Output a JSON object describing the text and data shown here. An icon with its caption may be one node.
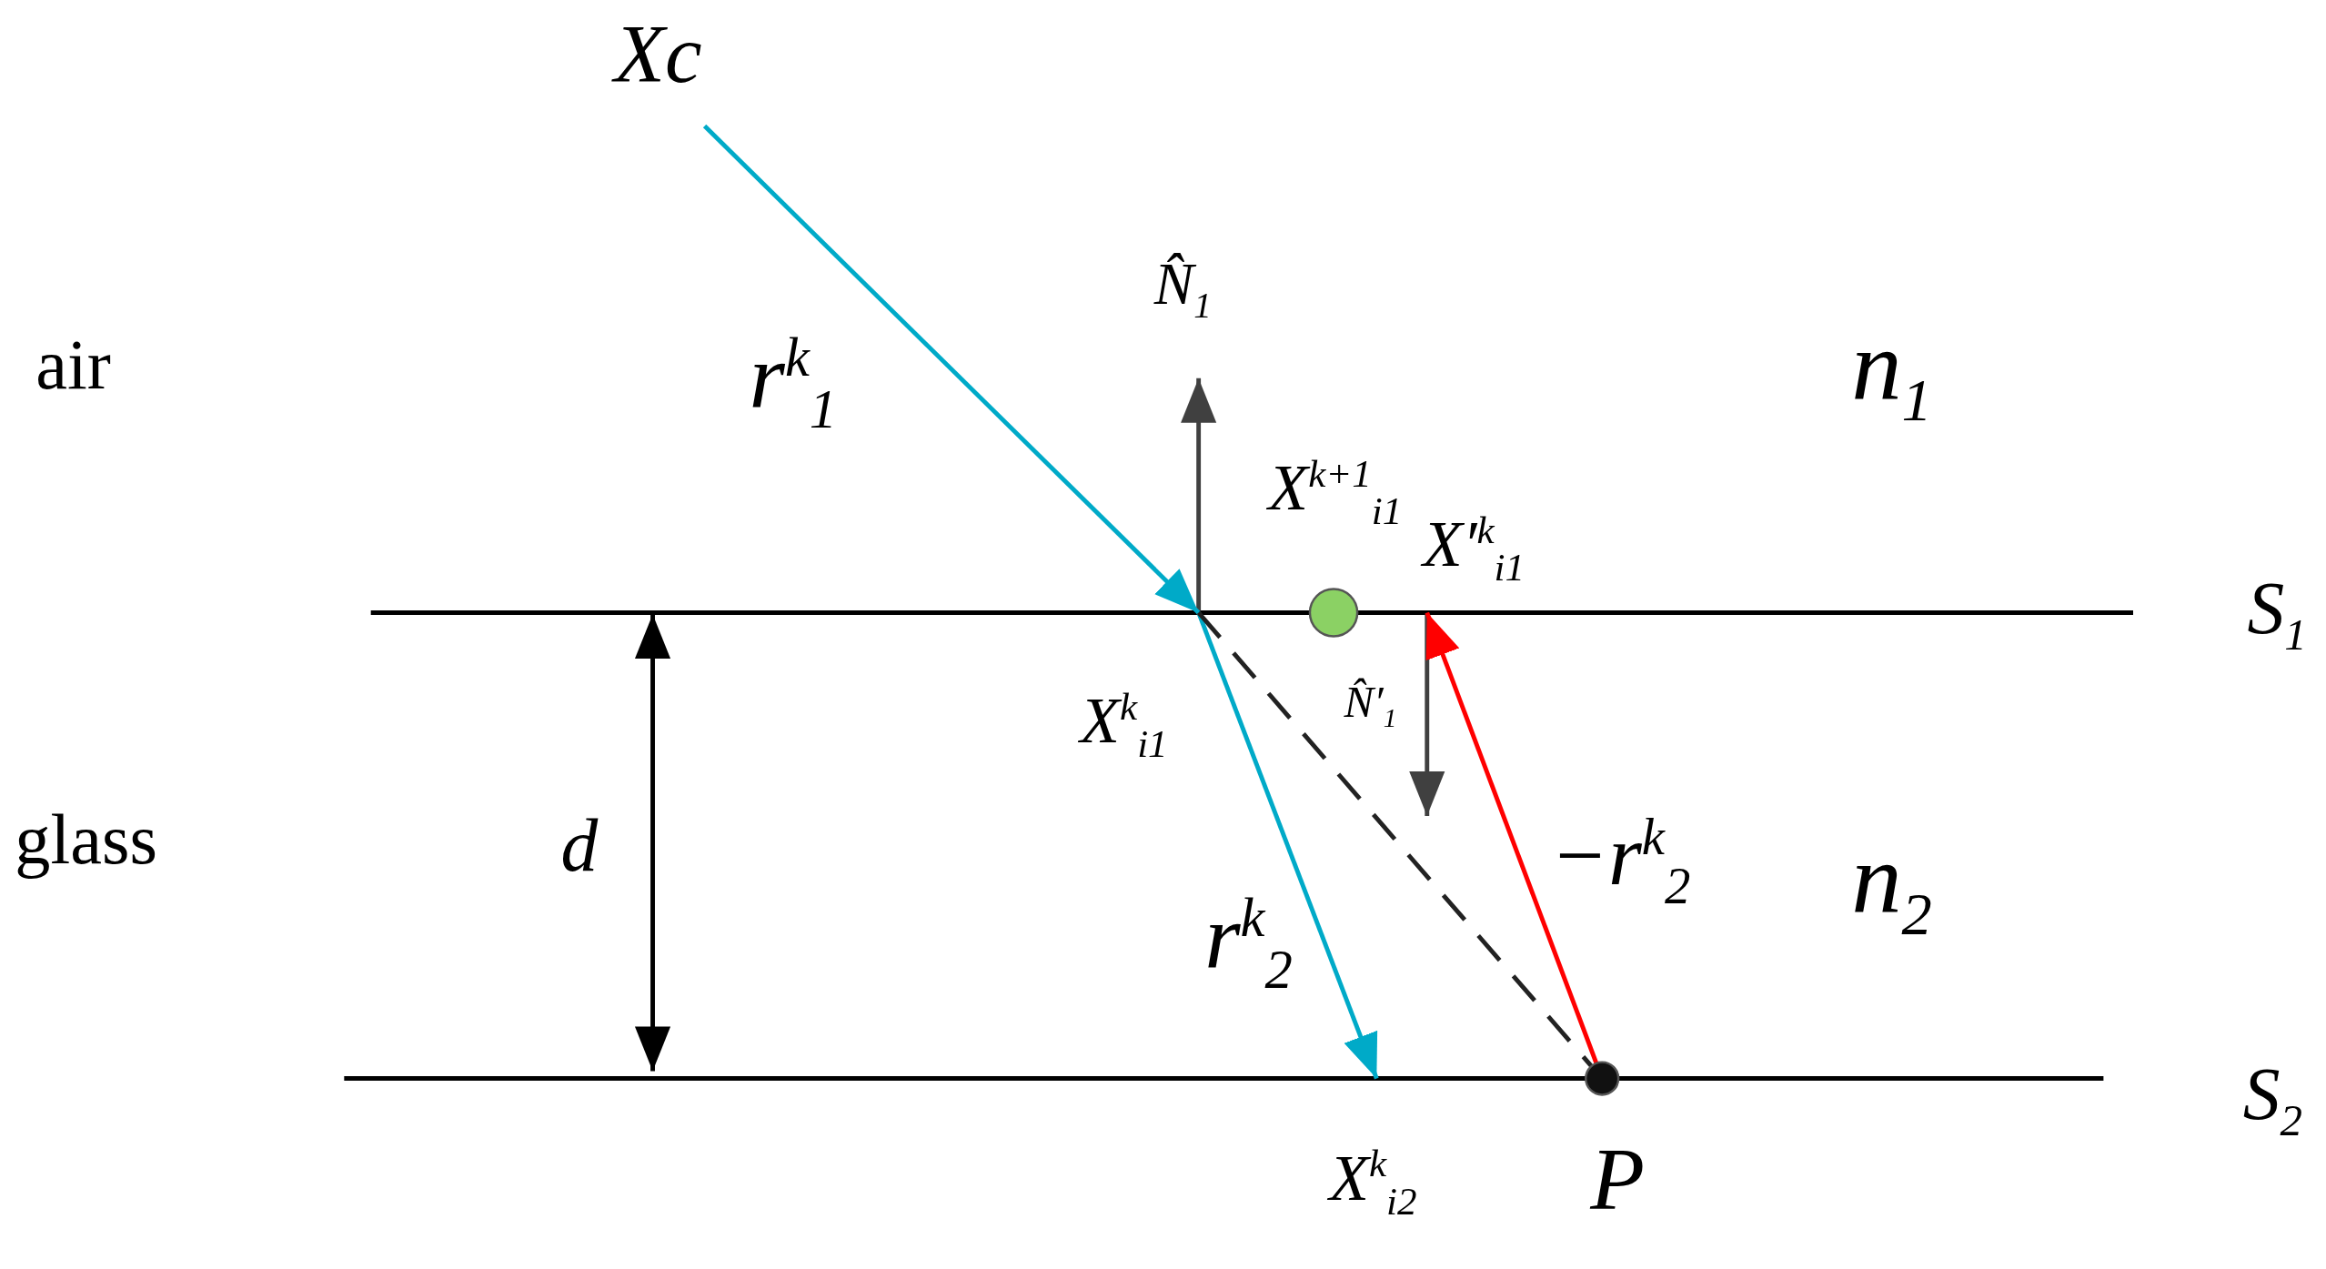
{
  "diagram": {
    "nodes": [
      {
        "text": [
          "Xc"
        ]
      },
      {
        "text": [
          "X$^{k}$$_{i1}$"
        ]
      },
      {
        "text": [
          "X$^{k+1}$$_{i1}$"
        ]
      },
      {
        "text": [
          "X′$^{k}$$_{i1}$"
        ]
      },
      {
        "text": [
          "X$^{k}$$_{i2}$"
        ]
      },
      {
        "text": [
          "P"
        ]
      }
    ],
    "edges": [
      {
        "from": 0,
        "to": 1,
        "arrow": "to",
        "label": "r$^{k}$$_{1}$"
      },
      {
        "from": 1,
        "to": 4,
        "arrow": "to",
        "label": "r$^{k}$$_{2}$"
      },
      {
        "from": 1,
        "to": 5,
        "arrow": "none",
        "style": "dashed",
        "color": "#222222"
      },
      {
        "from": 5,
        "to": 3,
        "arrow": "to",
        "label": "−r$^{k}$$_{2}$",
        "color": "#ff0000"
      }
    ],
    "labels": [
      "N̂$_{1}$",
      "air",
      "n$_{1}$",
      "S$_{1}$",
      "N̂′$_{1}$",
      "d",
      "glass",
      "n$_{2}$",
      "S$_{2}$"
    ]
  }
}
